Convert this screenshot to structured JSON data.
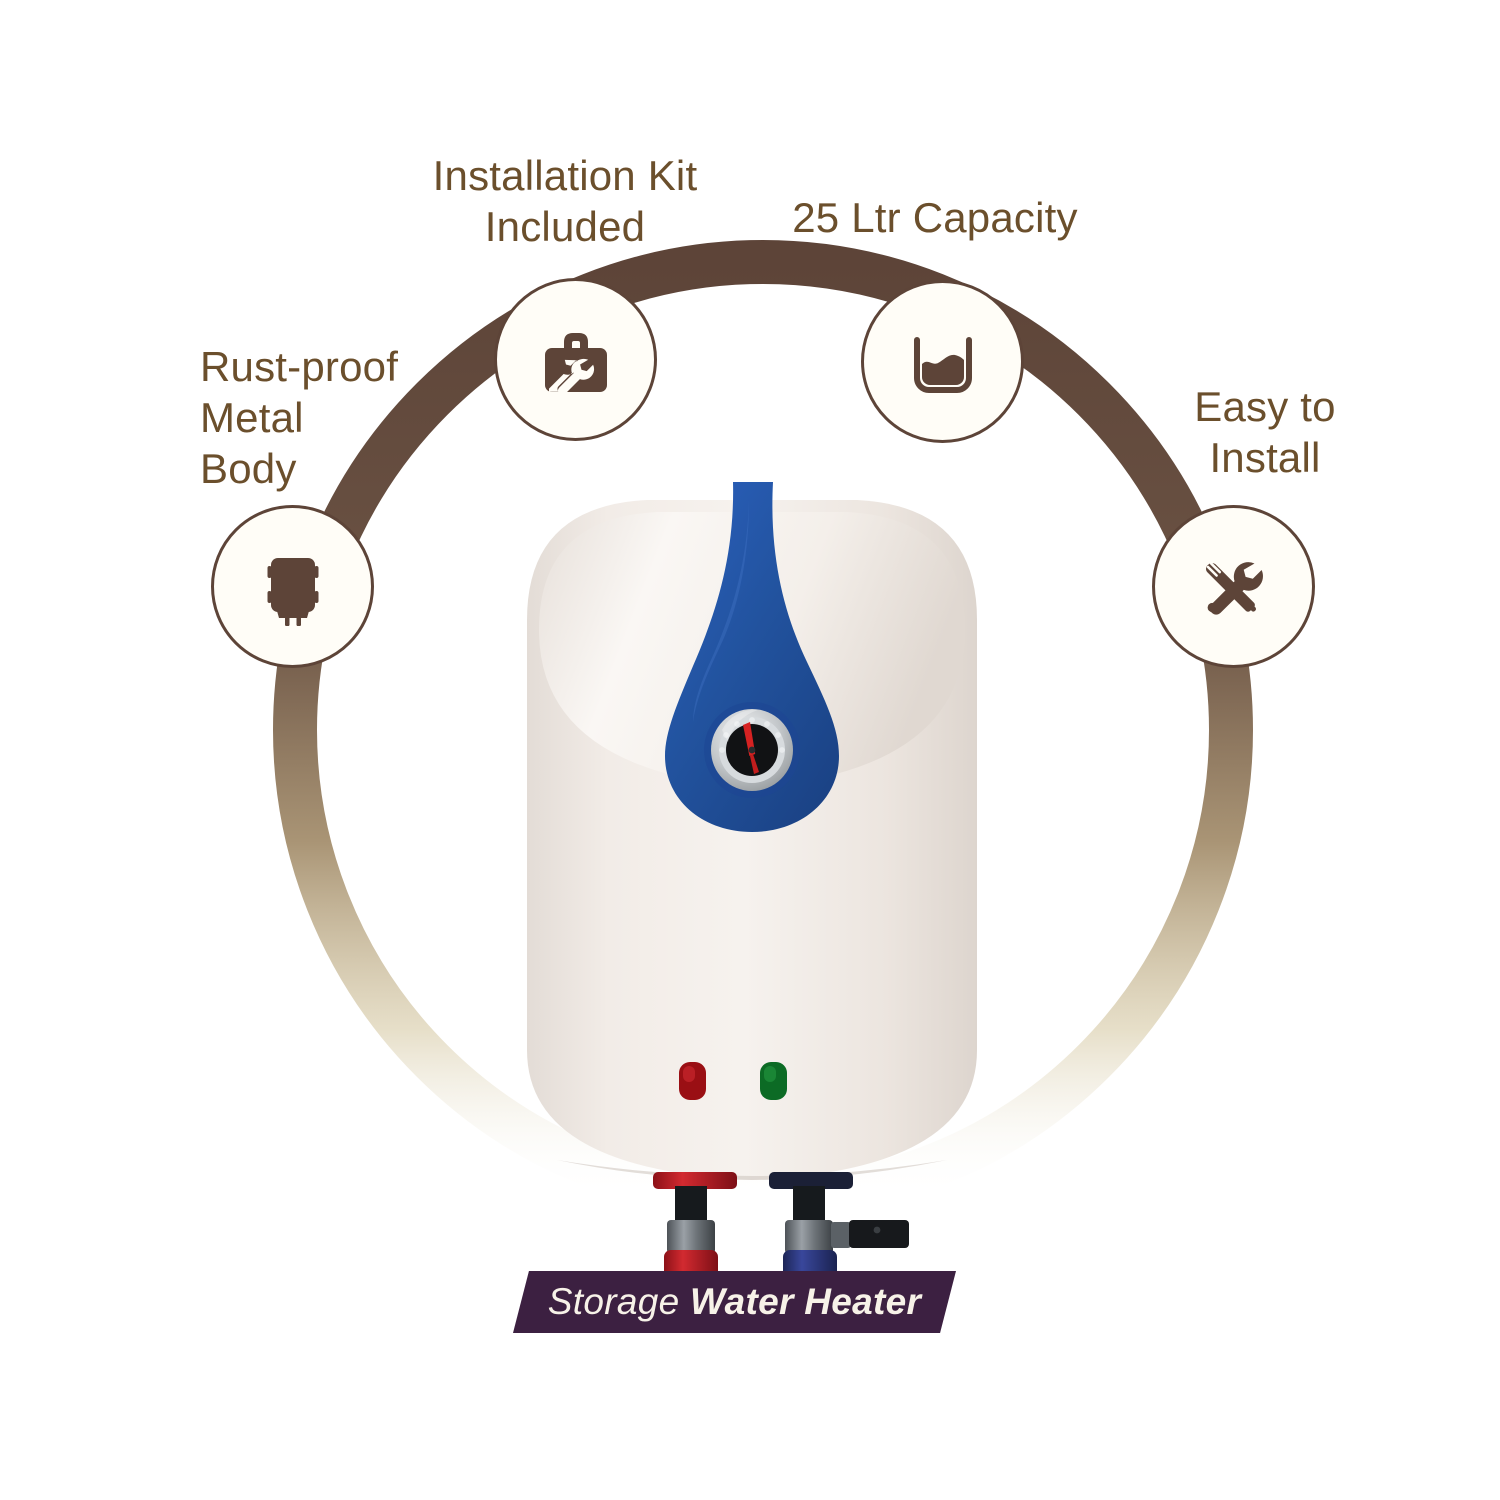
{
  "page": {
    "background_color": "#ffffff",
    "accent_brown": "#5d4438",
    "text_brown": "#6b4f2c",
    "banner_purple": "#3c2041",
    "banner_text_color": "#f7f2e8"
  },
  "features": [
    {
      "id": "rust-proof-metal-body",
      "label": "Rust-proof\nMetal\nBody",
      "icon": "water-heater-tank-icon"
    },
    {
      "id": "installation-kit-included",
      "label": "Installation Kit\nIncluded",
      "icon": "toolbox-icon"
    },
    {
      "id": "capacity",
      "label": "25 Ltr Capacity",
      "icon": "water-level-tank-icon"
    },
    {
      "id": "easy-to-install",
      "label": "Easy to\nInstall",
      "icon": "wrench-screwdriver-icon"
    }
  ],
  "product": {
    "name": "Storage Water Heater",
    "body_color": "#efe9e4",
    "accent_color": "#1f51a8",
    "gauge": {
      "icon": "temperature-gauge-icon",
      "ring_color": "#b9bcbf",
      "face_color": "#121212",
      "needle_color": "#d62222"
    },
    "indicators": [
      {
        "id": "power-indicator",
        "color": "#9a0f14",
        "icon": "red-led-icon"
      },
      {
        "id": "heating-indicator",
        "color": "#0c6b25",
        "icon": "green-led-icon"
      }
    ],
    "connectors": [
      {
        "id": "hot-outlet",
        "cap_color": "#c0232c",
        "icon": "hot-water-pipe-icon"
      },
      {
        "id": "cold-inlet",
        "cap_color": "#2b3a80",
        "icon": "cold-water-valve-icon"
      }
    ]
  },
  "banner": {
    "prefix": "Storage ",
    "emphasis": "Water Heater"
  }
}
